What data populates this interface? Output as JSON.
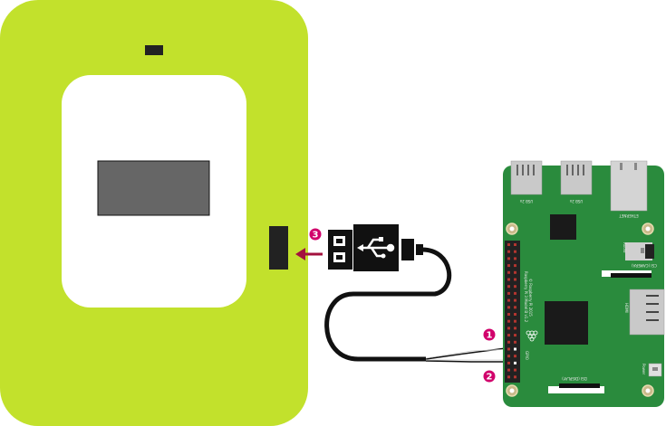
{
  "colors": {
    "device_body": "#c2e12c",
    "board": "#2a8b3d",
    "badge": "#d1006b",
    "arrow": "#a3113e",
    "cable": "#111111"
  },
  "device": {
    "name": "device",
    "port_icon": "usb-port-icon"
  },
  "usb_plug": {
    "icon": "usb-symbol-icon"
  },
  "badges": {
    "one": "1",
    "two": "2",
    "three": "3"
  },
  "board": {
    "usb_left": "USB 2x",
    "usb_right": "USB 2x",
    "ethernet": "ETHERNET",
    "audio": "Audio",
    "csi": "CSI (CAMERA)",
    "hdmi": "HDMI",
    "power": "Power",
    "dsi": "DSI (DISPLAY)",
    "gpio": "GPIO",
    "model": "Raspberry Pi 3 Model B v1.2",
    "copyright": "© Raspberry Pi 2015"
  }
}
